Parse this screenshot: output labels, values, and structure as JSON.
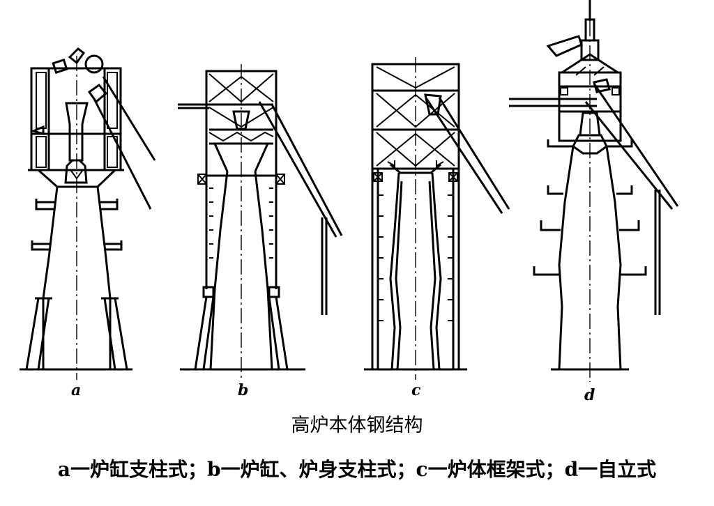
{
  "labels": {
    "a": "a",
    "b": "b",
    "c": "c",
    "d": "d"
  },
  "title": "高炉本体钢结构",
  "caption": "a一炉缸支柱式；b一炉缸、炉身支柱式；c一炉体框架式；d一自立式"
}
